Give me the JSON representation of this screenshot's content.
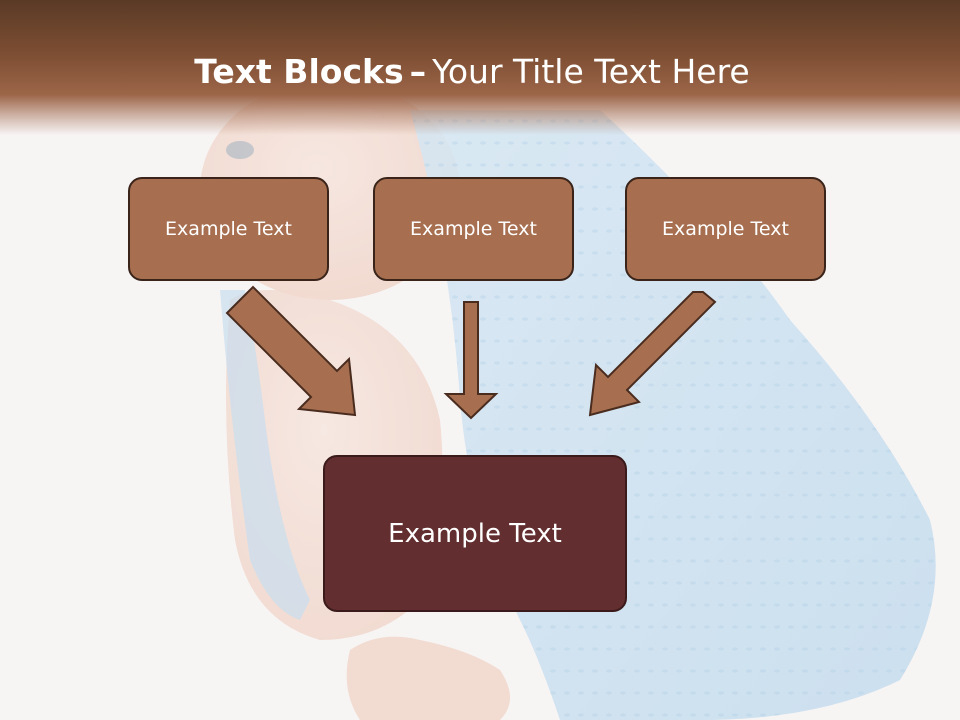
{
  "slide": {
    "title_bold": "Text Blocks",
    "title_separator": "–",
    "title_rest": "Your Title Text Here"
  },
  "blocks": {
    "top": [
      {
        "text": "Example Text"
      },
      {
        "text": "Example Text"
      },
      {
        "text": "Example Text"
      }
    ],
    "bottom": {
      "text": "Example Text"
    }
  },
  "colors": {
    "header": "#7d4e33",
    "small_box": "#a76f50",
    "big_box": "#622e2f",
    "arrow_fill": "#a76f50",
    "arrow_stroke": "#4a2c1f"
  },
  "background_image": "baby-with-blue-blanket"
}
